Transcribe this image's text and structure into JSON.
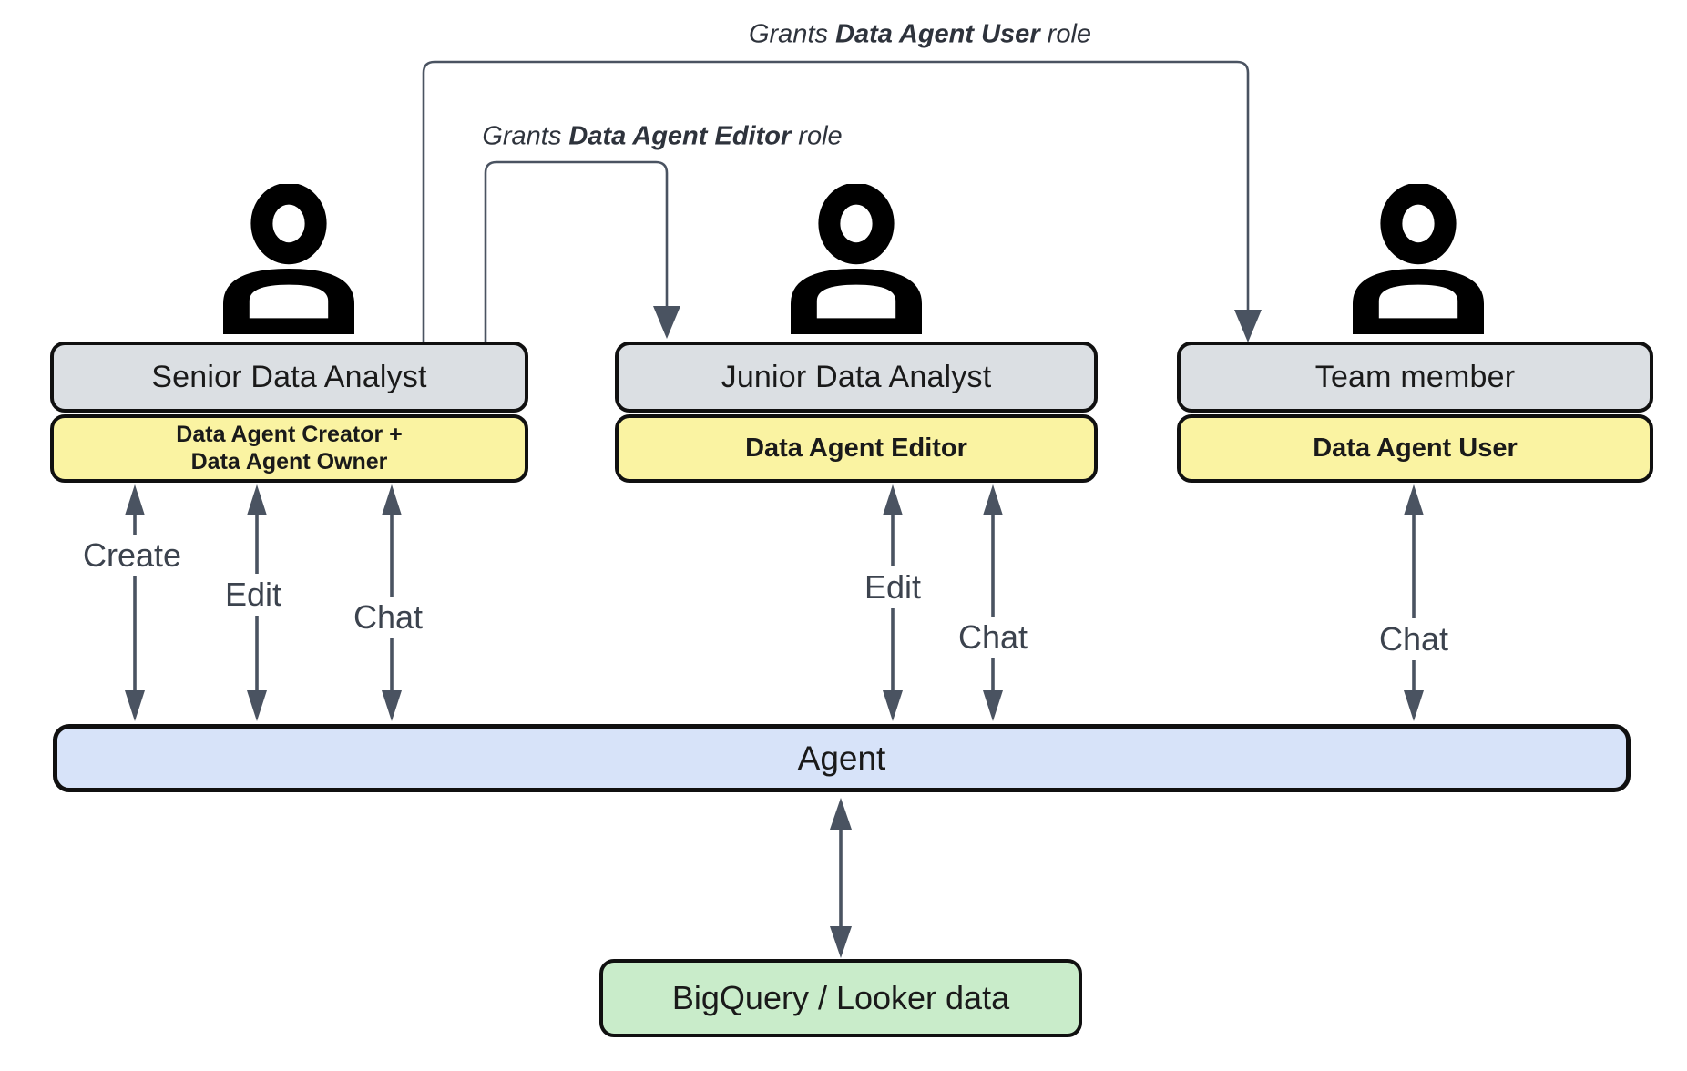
{
  "colors": {
    "card_gray": "#dbdfe3",
    "role_yellow": "#faf3a2",
    "agent_blue": "#d7e3f9",
    "data_green": "#c9ecca",
    "arrow_gray": "#4a5361",
    "border_black": "#101010"
  },
  "grants": [
    {
      "prefix": "Grants ",
      "bold": "Data Agent User",
      "suffix": " role"
    },
    {
      "prefix": "Grants ",
      "bold": "Data Agent Editor",
      "suffix": " role"
    }
  ],
  "actors": [
    {
      "title": "Senior Data Analyst",
      "role_lines": [
        "Data Agent Creator +",
        "Data Agent Owner"
      ]
    },
    {
      "title": "Junior Data Analyst",
      "role_lines": [
        "Data Agent Editor"
      ]
    },
    {
      "title": "Team member",
      "role_lines": [
        "Data Agent User"
      ]
    }
  ],
  "actions": {
    "senior": [
      "Create",
      "Edit",
      "Chat"
    ],
    "junior": [
      "Edit",
      "Chat"
    ],
    "team": [
      "Chat"
    ]
  },
  "agent": {
    "label": "Agent"
  },
  "datastore": {
    "label": "BigQuery / Looker data"
  }
}
